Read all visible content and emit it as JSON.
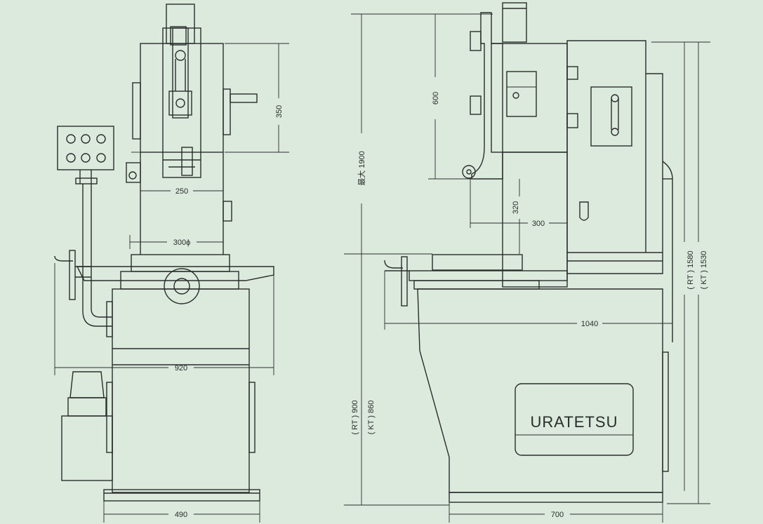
{
  "colors": {
    "paper": "#dbeadd",
    "ink": "#2a2d2b"
  },
  "brand": "URATETSU",
  "front_view": {
    "dims": {
      "height_350": "350",
      "width_250": "250",
      "dia_300": "300ϕ",
      "width_920": "920",
      "base_490": "490"
    }
  },
  "side_view": {
    "dims": {
      "max_1900": "最大 1900",
      "d600": "600",
      "d320": "320",
      "d300": "300",
      "d1040": "1040",
      "rt900": "( RT ) 900",
      "kt860": "( KT ) 860",
      "rt1580": "( RT ) 1580",
      "kt1530": "( KT ) 1530",
      "d700": "700"
    }
  }
}
